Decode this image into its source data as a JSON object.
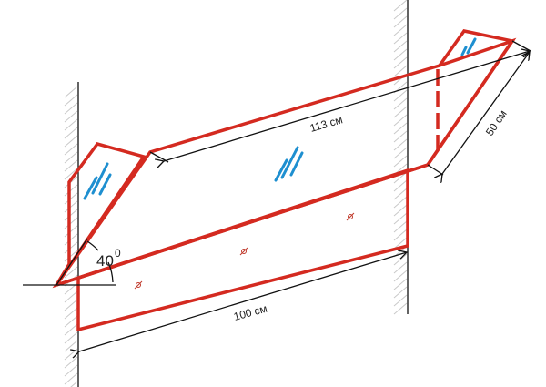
{
  "diagram": {
    "dimensions": {
      "glass_length": "113 см",
      "glass_depth": "50 см",
      "wall_span": "100 см"
    },
    "angle": {
      "value": "40",
      "unit": "0"
    },
    "colors": {
      "outline": "#d42a20",
      "glass_mark": "#1e8fd0",
      "dimension": "#111111"
    }
  }
}
